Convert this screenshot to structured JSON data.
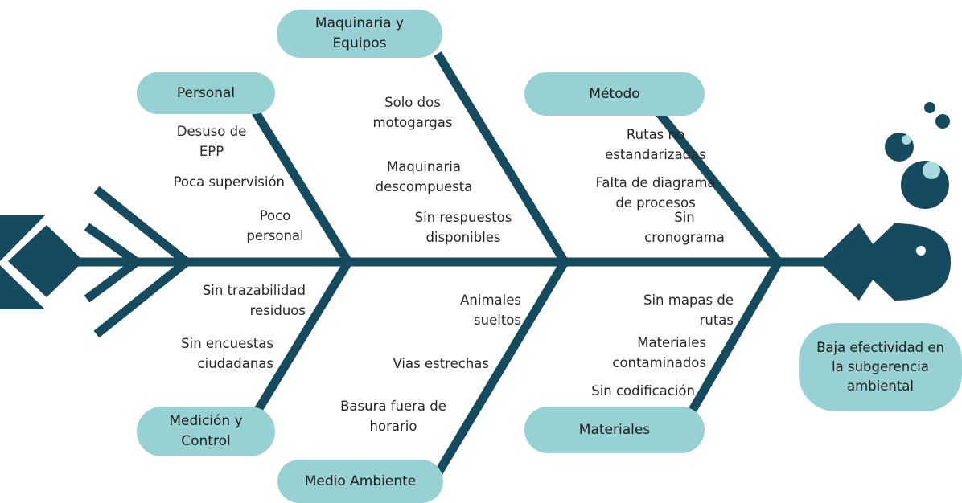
{
  "colors": {
    "spine": "#164a5e",
    "pill": "#98d1d3",
    "text": "#1d1d1d",
    "bubble_highlight": "#a8dcdc"
  },
  "problem": "Baja efectividad en\nla subgerencia\nambiental",
  "categories": {
    "maquinaria": {
      "label": "Maquinaria y\nEquipos",
      "causes": [
        "Solo dos\nmotogargas",
        "Maquinaria\ndescompuesta",
        "Sin respuestos\ndisponibles"
      ]
    },
    "personal": {
      "label": "Personal",
      "causes": [
        "Desuso de\nEPP",
        "Poca supervisión",
        "Poco\npersonal"
      ]
    },
    "metodo": {
      "label": "Método",
      "causes": [
        "Rutas no\nestandarizadas",
        "Falta de diagrama\nde procesos",
        "Sin\ncronograma"
      ]
    },
    "medicion": {
      "label": "Medición y\nControl",
      "causes": [
        "Sin trazabilidad\nresiduos",
        "Sin encuestas\nciudadanas"
      ]
    },
    "medio": {
      "label": "Medio Ambiente",
      "causes": [
        "Animales\nsueltos",
        "Vias estrechas",
        "Basura fuera de\nhorario"
      ]
    },
    "materiales": {
      "label": "Materiales",
      "causes": [
        "Sin mapas de\nrutas",
        "Materiales\ncontaminados",
        "Sin codificación"
      ]
    }
  },
  "icons": [
    "fish-tail-icon",
    "fish-head-icon",
    "bubble-icon"
  ]
}
